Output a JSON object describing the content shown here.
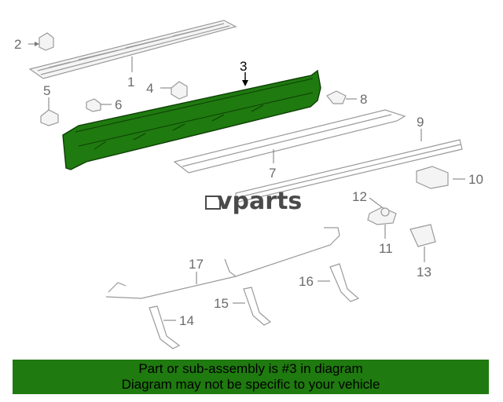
{
  "watermark": {
    "text": "vparts",
    "brand_color": "#4a4a4a"
  },
  "highlight_color": "#1f7a0f",
  "callouts": [
    {
      "id": "1",
      "label": "1"
    },
    {
      "id": "2",
      "label": "2"
    },
    {
      "id": "3",
      "label": "3",
      "highlighted": true
    },
    {
      "id": "4",
      "label": "4"
    },
    {
      "id": "5",
      "label": "5"
    },
    {
      "id": "6",
      "label": "6"
    },
    {
      "id": "7",
      "label": "7"
    },
    {
      "id": "8",
      "label": "8"
    },
    {
      "id": "9",
      "label": "9"
    },
    {
      "id": "10",
      "label": "10"
    },
    {
      "id": "11",
      "label": "11"
    },
    {
      "id": "12",
      "label": "12"
    },
    {
      "id": "13",
      "label": "13"
    },
    {
      "id": "14",
      "label": "14"
    },
    {
      "id": "15",
      "label": "15"
    },
    {
      "id": "16",
      "label": "16"
    },
    {
      "id": "17",
      "label": "17"
    }
  ],
  "banner": {
    "line1": "Part or sub-assembly is #3 in diagram",
    "line2": "Diagram may not be specific to your vehicle"
  }
}
